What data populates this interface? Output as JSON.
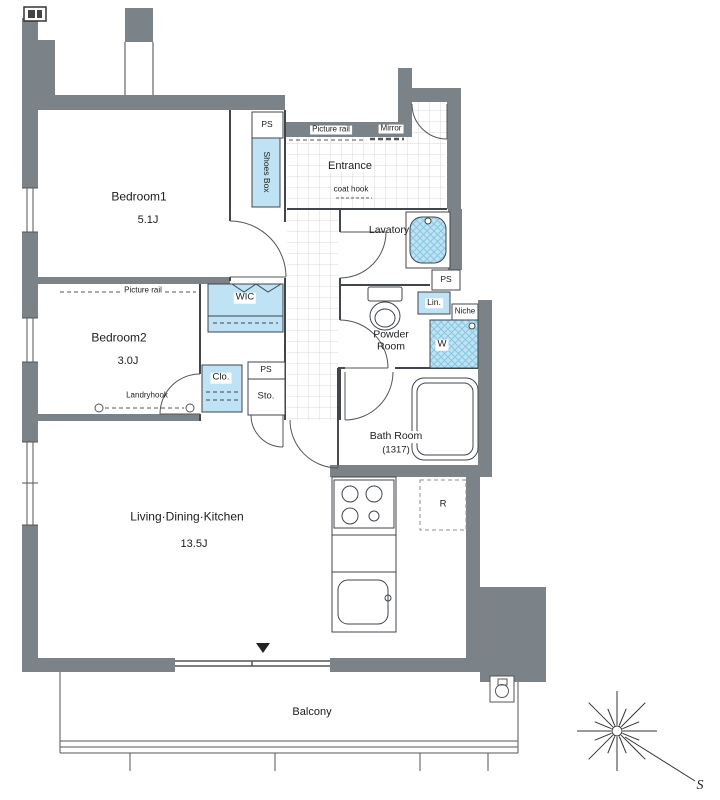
{
  "meta": {
    "kind": "apartment-floor-plan"
  },
  "rooms": {
    "bedroom1": {
      "name": "Bedroom1",
      "size": "5.1J"
    },
    "bedroom2": {
      "name": "Bedroom2",
      "size": "3.0J"
    },
    "ldk": {
      "name": "Living·Dining·Kitchen",
      "size": "13.5J"
    },
    "entrance": {
      "name": "Entrance"
    },
    "lavatory": {
      "name": "Lavatory"
    },
    "powder_room": {
      "name": "Powder Room"
    },
    "bath_room": {
      "name": "Bath Room",
      "size": "(1317)"
    },
    "balcony": {
      "name": "Balcony"
    }
  },
  "storage": {
    "shoes_box": "Shoes Box",
    "wic": "WIC",
    "closet": "Clo.",
    "storage": "Sto.",
    "linen": "Lin."
  },
  "fixtures": {
    "washer": "W",
    "refrigerator": "R"
  },
  "annotations": {
    "ps_top": "PS",
    "ps_mid": "PS",
    "ps_low": "PS",
    "picture_rail_entrance": "Picture rail",
    "picture_rail_bedroom2": "Picture rail",
    "mirror": "Mirror",
    "coat_hook": "coat hook",
    "laundry_hook": "Landryhook",
    "niche": "Niche",
    "compass_south": "S"
  },
  "colors": {
    "wall": "#7b8288",
    "closet_fill": "#bfe3f4",
    "hatch_line": "#86c7e2",
    "tile_line": "#d9d9d9",
    "line": "#40464c"
  }
}
